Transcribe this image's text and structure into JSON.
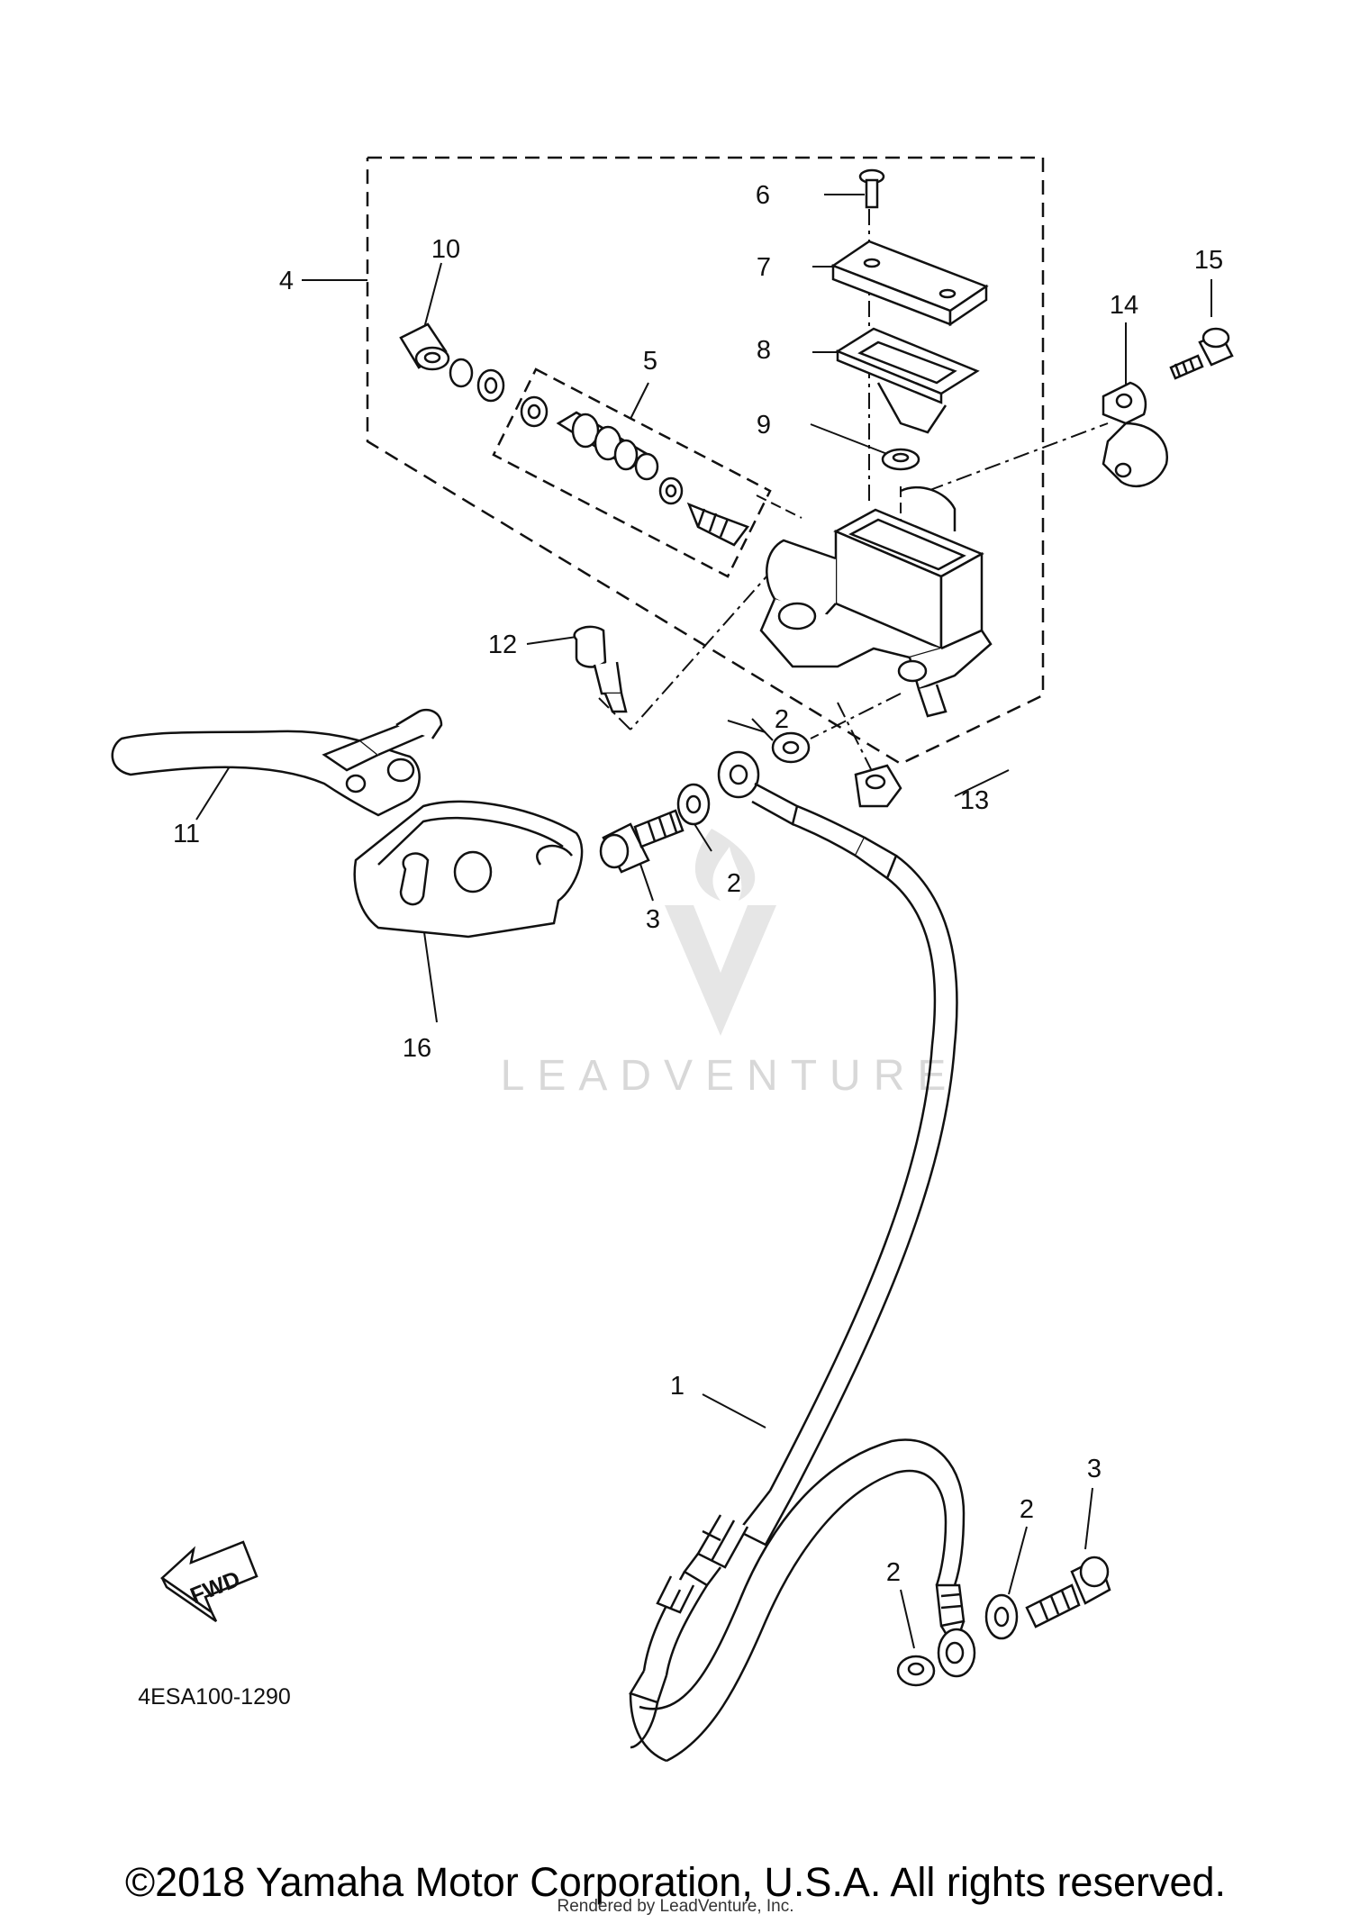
{
  "diagram": {
    "callouts": [
      {
        "id": "c1",
        "text": "1"
      },
      {
        "id": "c2a",
        "text": "2"
      },
      {
        "id": "c2b",
        "text": "2"
      },
      {
        "id": "c2c",
        "text": "2"
      },
      {
        "id": "c2d",
        "text": "2"
      },
      {
        "id": "c3a",
        "text": "3"
      },
      {
        "id": "c3b",
        "text": "3"
      },
      {
        "id": "c4",
        "text": "4"
      },
      {
        "id": "c5",
        "text": "5"
      },
      {
        "id": "c6",
        "text": "6"
      },
      {
        "id": "c7",
        "text": "7"
      },
      {
        "id": "c8",
        "text": "8"
      },
      {
        "id": "c9",
        "text": "9"
      },
      {
        "id": "c10",
        "text": "10"
      },
      {
        "id": "c11",
        "text": "11"
      },
      {
        "id": "c12",
        "text": "12"
      },
      {
        "id": "c13",
        "text": "13"
      },
      {
        "id": "c14",
        "text": "14"
      },
      {
        "id": "c15",
        "text": "15"
      },
      {
        "id": "c16",
        "text": "16"
      }
    ],
    "fwd_label": "FWD",
    "diagram_code": "4ESA100-1290",
    "watermark": "LEADVENTURE"
  },
  "footer": {
    "copyright": "©2018 Yamaha Motor Corporation, U.S.A. All rights reserved.",
    "rendered_by": "Rendered by LeadVenture, Inc."
  }
}
